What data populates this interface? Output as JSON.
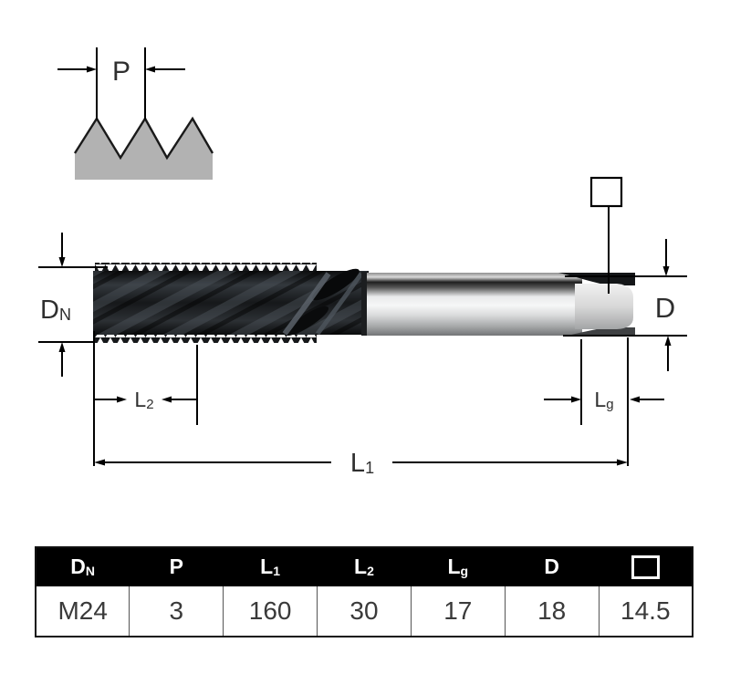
{
  "colors": {
    "background": "#ffffff",
    "table_header_bg": "#000000",
    "table_header_text": "#ffffff",
    "profile_fill": "#b2b2b2",
    "drawing_line": "#000000",
    "tool_dark": "#1a1d20",
    "tool_shank_light": "#f6f7f7"
  },
  "thread_profile": {
    "pitch_label": "P"
  },
  "dimensions": {
    "dn": {
      "main": "D",
      "sub": "N"
    },
    "d_label": "D",
    "l1": {
      "main": "L",
      "sub": "1"
    },
    "l2": {
      "main": "L",
      "sub": "2"
    },
    "lg": {
      "main": "L",
      "sub": "g"
    }
  },
  "table": {
    "headers": [
      {
        "main": "D",
        "sub": "N"
      },
      {
        "main": "P",
        "sub": ""
      },
      {
        "main": "L",
        "sub": "1"
      },
      {
        "main": "L",
        "sub": "2"
      },
      {
        "main": "L",
        "sub": "g"
      },
      {
        "main": "D",
        "sub": ""
      },
      {
        "main": "",
        "sub": "",
        "icon": "square-outline"
      }
    ],
    "row": [
      "M24",
      "3",
      "160",
      "30",
      "17",
      "18",
      "14.5"
    ]
  }
}
